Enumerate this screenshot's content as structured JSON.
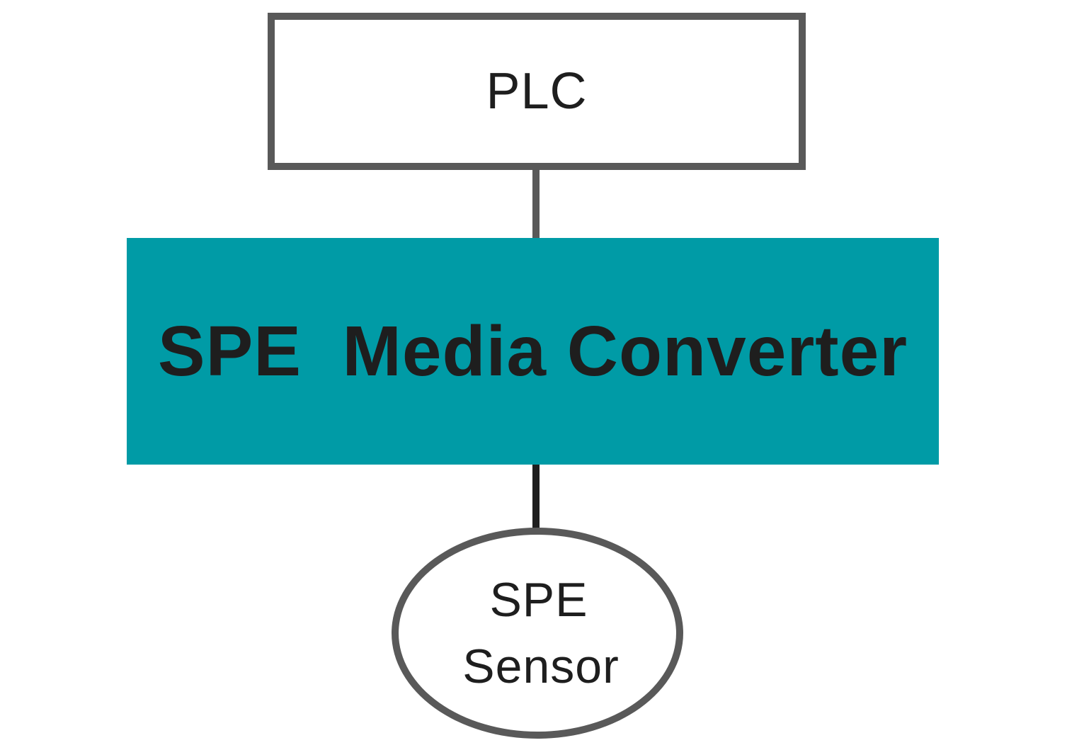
{
  "nodes": {
    "plc": {
      "label": "PLC"
    },
    "converter": {
      "label": "SPE  Media Converter"
    },
    "sensor": {
      "line1": "SPE",
      "line2": "Sensor"
    }
  },
  "colors": {
    "converter_fill": "#009ba6",
    "border": "#595959",
    "text": "#1e1e1e",
    "background": "#ffffff"
  }
}
